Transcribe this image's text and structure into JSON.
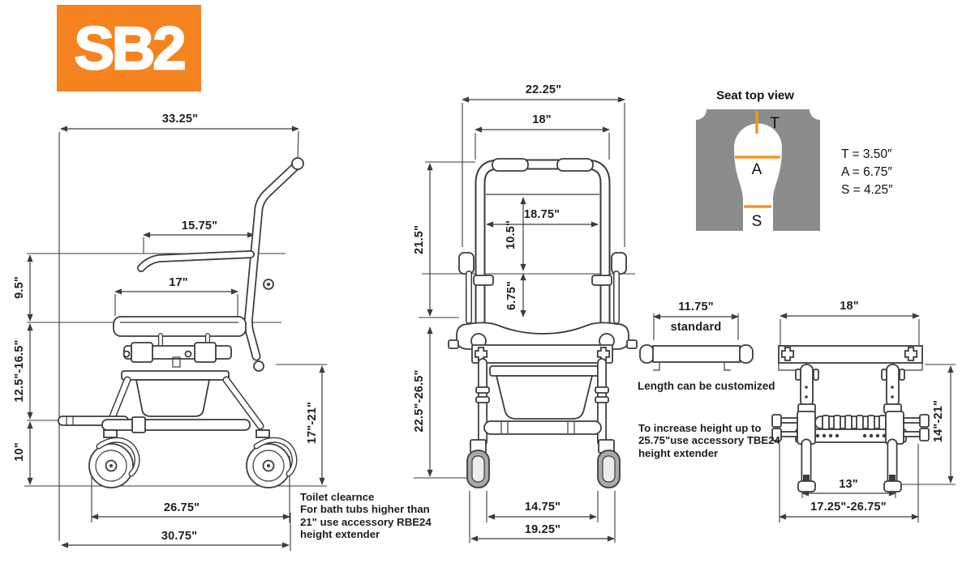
{
  "logo": {
    "text": "SB2"
  },
  "colors": {
    "line": "#3C3C3C",
    "accent_orange": "#F7941E",
    "logo_orange": "#F5831F",
    "seat_gray": "#8C8C8C"
  },
  "side_view": {
    "dim_overall_length": "33.25\"",
    "dim_armrest_length": "15.75\"",
    "dim_seat_depth": "17\"",
    "dim_seat_to_armrest": "9.5\"",
    "dim_adjust_range": "12.5\"-16.5\"",
    "dim_clearance": "10\"",
    "dim_seat_height_range": "17\"-21\"",
    "dim_wheel_spacing": "26.75\"",
    "dim_base_length": "30.75\"",
    "note_lines": [
      "Toilet clearnce",
      "For bath tubs higher than",
      "21\" use accessory RBE24",
      "height extender"
    ]
  },
  "front_view": {
    "dim_overall_width": "22.25\"",
    "dim_backrest_width": "18\"",
    "dim_backrest_height": "21.5\"",
    "dim_inner_width": "18.75\"",
    "dim_back_panel_height": "10.5\"",
    "dim_armrest_to_seat": "6.75\"",
    "dim_floor_to_seat_range": "22.5\"-26.5\"",
    "dim_inner_wheel_width": "14.75\"",
    "dim_outer_wheel_width": "19.25\""
  },
  "seat_top_view": {
    "title": "Seat top view",
    "marker_t": "T",
    "marker_a": "A",
    "marker_s": "S",
    "legend_t": "T = 3.50″",
    "legend_a": "A = 6.75″",
    "legend_s": "S = 4.25″"
  },
  "armrest_detail": {
    "dim_length": "11.75\"",
    "variant_label": "standard",
    "note": "Length can be customized"
  },
  "rear_view": {
    "dim_top_width": "18\"",
    "dim_height_range": "14\"-21\"",
    "dim_foot_spacing": "13\"",
    "dim_width_range": "17.25\"-26.75\"",
    "note_lines": [
      "To increase height up to",
      "25.75\"use accessory TBE24",
      "height extender"
    ]
  }
}
